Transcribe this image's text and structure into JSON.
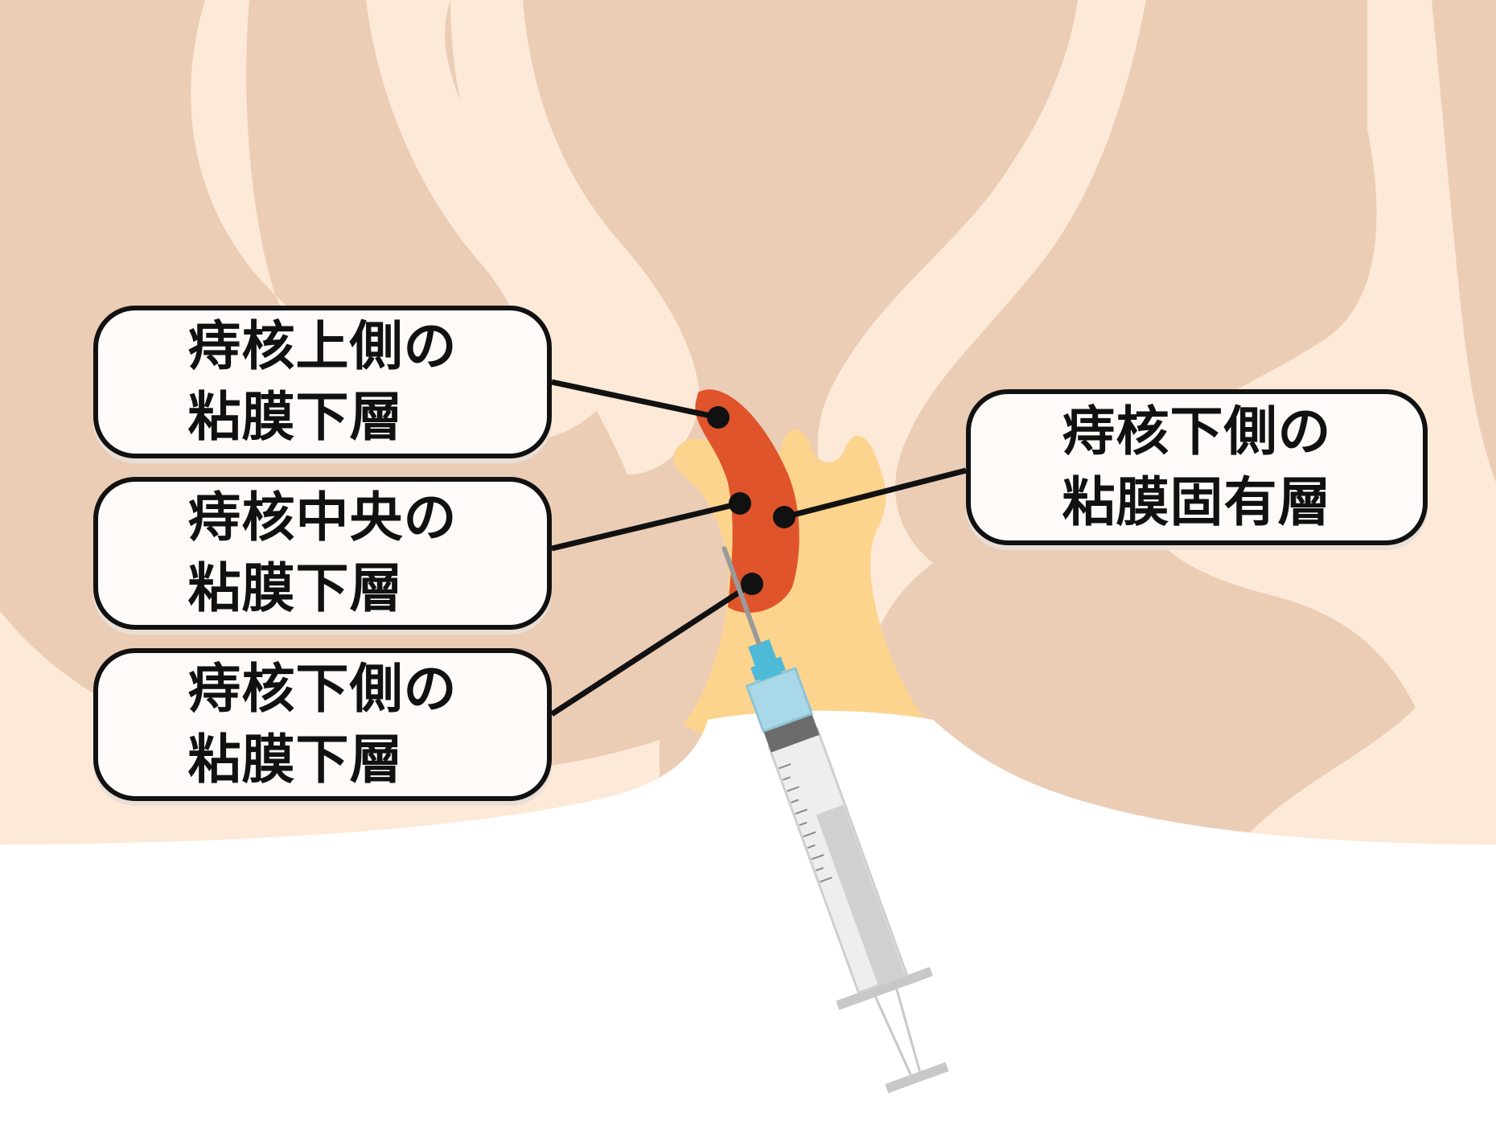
{
  "labels": {
    "upper_submucosa": "痔核上側の\n粘膜下層",
    "middle_submucosa": "痔核中央の\n粘膜下層",
    "lower_submucosa": "痔核下側の\n粘膜下層",
    "lower_lamina_propria": "痔核下側の\n粘膜固有層"
  },
  "colors": {
    "tissue_dark": "#ebcdb6",
    "tissue_light": "#fde9d7",
    "mucosa": "#fdd48e",
    "hemorrhoid": "#e0542b",
    "leader_line": "#111111",
    "syringe_hub": "#4fb9d8",
    "syringe_liquid": "#a9d8e8",
    "syringe_barrel": "#e6e6e6",
    "syringe_plunger": "#bdbdbd",
    "needle": "#9a9a9a"
  }
}
